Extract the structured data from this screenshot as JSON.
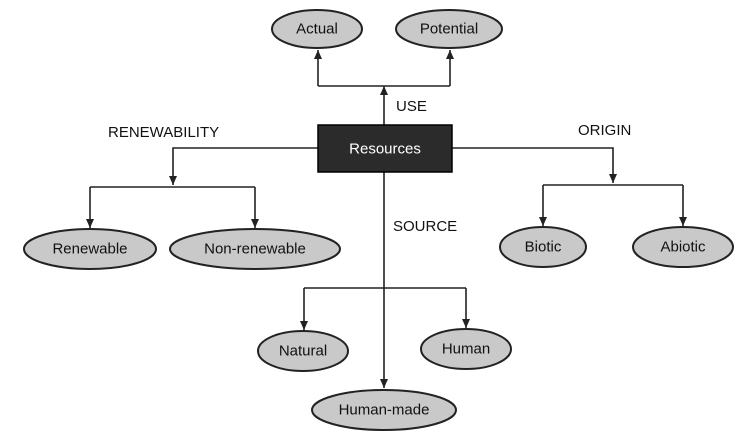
{
  "center": {
    "label": "Resources"
  },
  "branches": {
    "use": {
      "label": "USE",
      "nodes": [
        "Actual",
        "Potential"
      ]
    },
    "renewability": {
      "label": "RENEWABILITY",
      "nodes": [
        "Renewable",
        "Non-renewable"
      ]
    },
    "origin": {
      "label": "ORIGIN",
      "nodes": [
        "Biotic",
        "Abiotic"
      ]
    },
    "source": {
      "label": "SOURCE",
      "nodes": [
        "Natural",
        "Human",
        "Human-made"
      ]
    }
  },
  "colors": {
    "node_fill": "#c9c9c9",
    "center_fill": "#2b2b2b",
    "line": "#222222"
  }
}
